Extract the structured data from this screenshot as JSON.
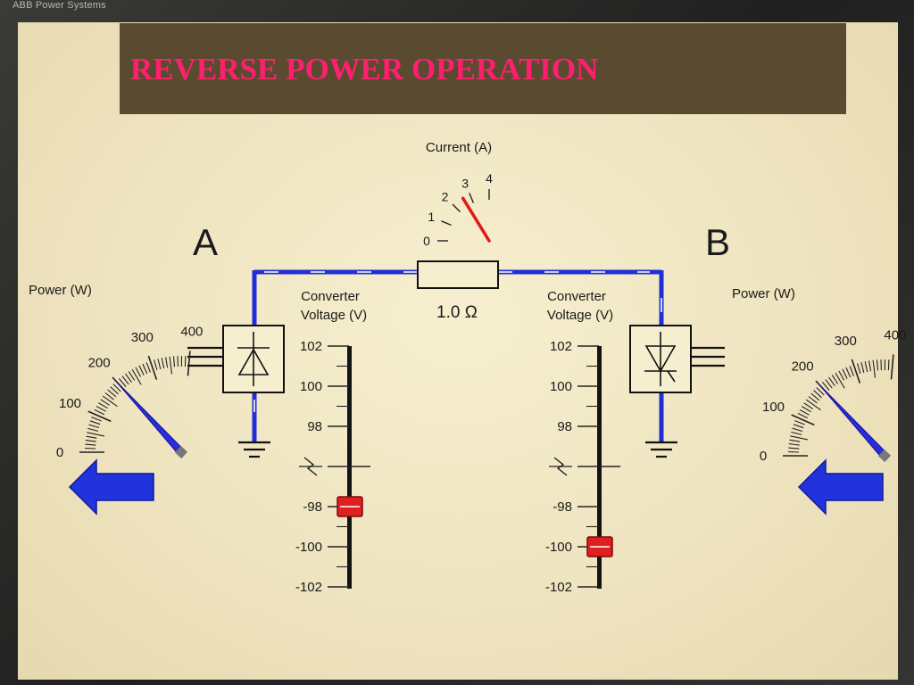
{
  "window": {
    "title": "ABB Power Systems"
  },
  "title": "REVERSE POWER OPERATION",
  "colors": {
    "title_text": "#ff1f6e",
    "title_bar": "#594a30",
    "line": "#1f2fd6",
    "needle_current": "#e01818",
    "needle_power": "#2b2bd8",
    "slider": "#e02020",
    "arrow": "#2233dd"
  },
  "current_meter": {
    "label": "Current (A)",
    "ticks": [
      "0",
      "1",
      "2",
      "3",
      "4"
    ],
    "value": 2.6
  },
  "resistor": {
    "label": "1.0 Ω"
  },
  "station_a": {
    "label": "A",
    "power": {
      "label": "Power (W)",
      "ticks": [
        "0",
        "100",
        "200",
        "300",
        "400"
      ],
      "value": 200
    },
    "voltage": {
      "label_line1": "Converter",
      "label_line2": "Voltage (V)",
      "ticks": [
        "102",
        "100",
        "98",
        "-98",
        "-100",
        "-102"
      ],
      "value": -98
    },
    "converter_icon": "rectifier-icon",
    "flow_direction": "left"
  },
  "station_b": {
    "label": "B",
    "power": {
      "label": "Power (W)",
      "ticks": [
        "0",
        "100",
        "200",
        "300",
        "400"
      ],
      "value": 200
    },
    "voltage": {
      "label_line1": "Converter",
      "label_line2": "Voltage (V)",
      "ticks": [
        "102",
        "100",
        "98",
        "-98",
        "-100",
        "-102"
      ],
      "value": -100
    },
    "converter_icon": "inverter-icon",
    "flow_direction": "left"
  }
}
